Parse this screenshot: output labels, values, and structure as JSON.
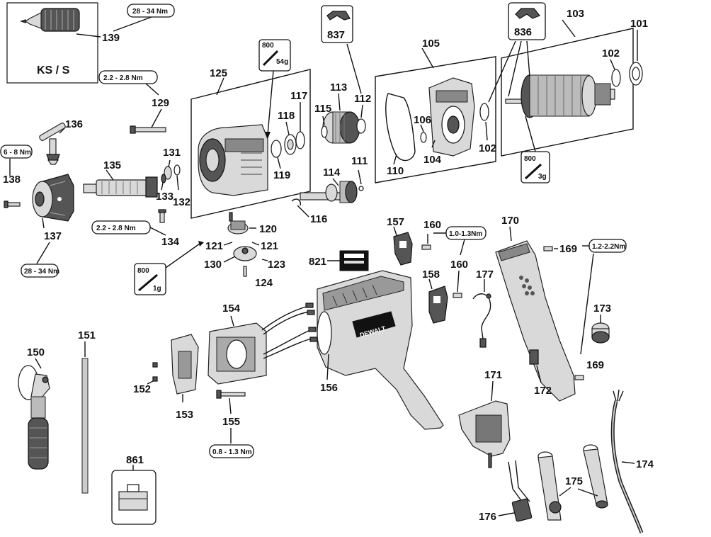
{
  "diagram": {
    "title_box": "KS / S",
    "part_numbers": {
      "p101": "101",
      "p102a": "102",
      "p102b": "102",
      "p103": "103",
      "p104": "104",
      "p105": "105",
      "p106": "106",
      "p110": "110",
      "p111": "111",
      "p112": "112",
      "p113": "113",
      "p114": "114",
      "p115": "115",
      "p116": "116",
      "p117": "117",
      "p118": "118",
      "p119": "119",
      "p120": "120",
      "p121a": "121",
      "p121b": "121",
      "p123": "123",
      "p124": "124",
      "p125": "125",
      "p129": "129",
      "p130": "130",
      "p131": "131",
      "p132": "132",
      "p133": "133",
      "p134": "134",
      "p135": "135",
      "p136": "136",
      "p137": "137",
      "p138": "138",
      "p139": "139",
      "p150": "150",
      "p151": "151",
      "p152": "152",
      "p153": "153",
      "p154": "154",
      "p155": "155",
      "p156": "156",
      "p157": "157",
      "p158": "158",
      "p160a": "160",
      "p160b": "160",
      "p169a": "169",
      "p169b": "169",
      "p170": "170",
      "p171": "171",
      "p172": "172",
      "p173": "173",
      "p174": "174",
      "p175": "175",
      "p176": "176",
      "p177": "177",
      "p821": "821",
      "p836": "836",
      "p837": "837",
      "p861": "861"
    },
    "torque_labels": {
      "t139": "28 - 34 Nm",
      "t129": "2.2 - 2.8 Nm",
      "t138": "6 - 8 Nm",
      "t137": "28 - 34 Nm",
      "t134": "2.2 - 2.8 Nm",
      "t160": "1.0-1.3Nm",
      "t169": "1.2-2.2Nm",
      "t155": "0.8 - 1.3 Nm"
    },
    "grease_labels": {
      "g125_qty": "800",
      "g125_amt": "54g",
      "g102_qty": "800",
      "g102_amt": "3g",
      "g121_qty": "800",
      "g121_amt": "1g"
    },
    "brand_text": "DEWALT"
  }
}
